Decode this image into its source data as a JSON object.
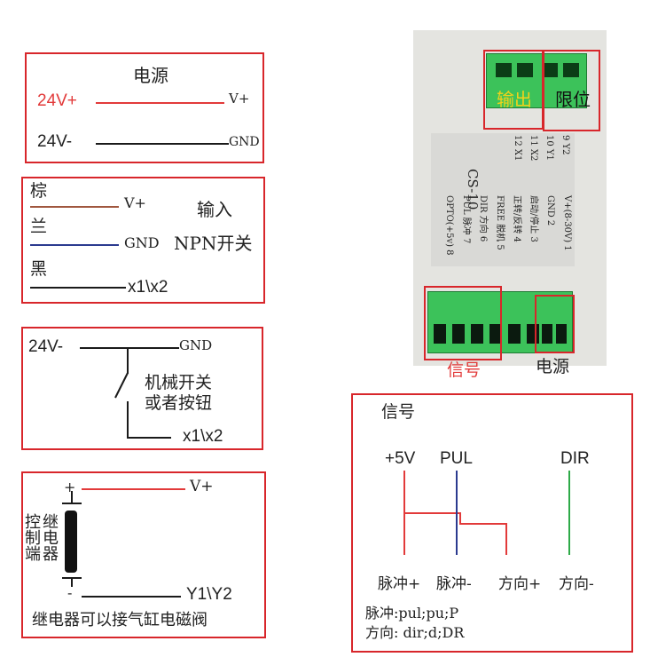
{
  "panel_power": {
    "title": "电源",
    "pos_label": "24V+",
    "neg_label": "24V-",
    "vplus": "V+",
    "gnd": "GND"
  },
  "panel_npn": {
    "brown": "棕",
    "blue": "兰",
    "black": "黑",
    "vplus": "V+",
    "gnd": "GND",
    "x": "x1\\x2",
    "title_line1": "输入",
    "title_line2": "NPN开关"
  },
  "panel_switch": {
    "neg": "24V-",
    "gnd": "GND",
    "line1": "机械开关",
    "line2": "或者按钮",
    "x": "x1\\x2"
  },
  "panel_relay": {
    "plus": "+",
    "minus": "-",
    "vplus": "V+",
    "vertical_col1": "继电器",
    "vertical_col2": "控制端",
    "y": "Y1\\Y2",
    "caption": "继电器可以接气缸电磁阀"
  },
  "device": {
    "model": "CS-10",
    "output_label": "输出",
    "limit_label": "限位",
    "signal_label": "信号",
    "power_label": "电源",
    "top_pins": [
      "9 Y2",
      "10 Y1",
      "11 X2",
      "12 X1"
    ],
    "pins": [
      "V+(8-30V) 1",
      "GND 2",
      "启动/停止 3",
      "正转/反转 4",
      "FREE 脱机 5",
      "DIR 方向 6",
      "PUL 脉冲 7",
      "OPTO(+5v) 8"
    ]
  },
  "panel_signal": {
    "title": "信号",
    "plus5v": "+5V",
    "pul": "PUL",
    "dir": "DIR",
    "labels": [
      "脉冲+",
      "脉冲-",
      "方向+",
      "方向-"
    ],
    "note1": "脉冲:pul;pu;P",
    "note2": "方向: dir;d;DR"
  },
  "colors": {
    "box_red": "#d8262b",
    "wire_red": "#e23a3a",
    "wire_brown": "#a0573e",
    "wire_blue": "#2b3a8f",
    "wire_green": "#2eaa48",
    "terminal_green": "#3cc25a"
  }
}
